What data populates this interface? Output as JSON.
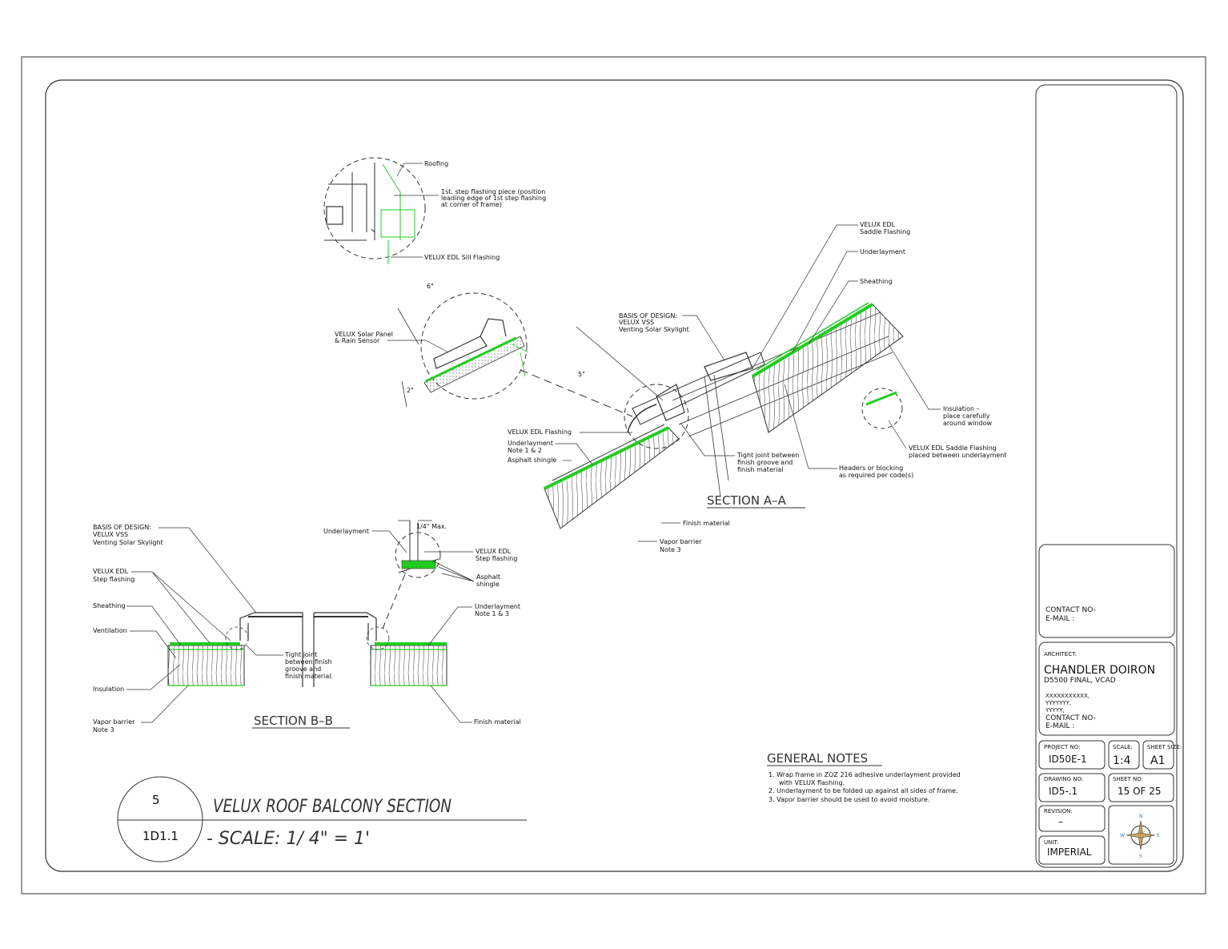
{
  "colors": {
    "accent": "#22cc22",
    "line": "#111111",
    "frame": "#333333"
  },
  "title_block": {
    "contact": [
      "CONTACT NO-",
      "E-MAIL :"
    ],
    "architect_label": "ARCHITECT:",
    "architect_name": "CHANDLER DOIRON",
    "architect_sub": "D5500 FINAL, VCAD",
    "address": [
      "XXXXXXXXXXX,",
      "YYYYYYY,",
      "YYYYY,",
      "CONTACT NO-",
      "E-MAIL :"
    ],
    "project_no_label": "PROJECT NO:",
    "project_no": "ID50E-1",
    "scale_label": "SCALE:",
    "scale": "1:4",
    "sheet_size_label": "SHEET SIZE:",
    "sheet_size": "A1",
    "drawing_no_label": "DRAWING NO:",
    "drawing_no": "ID5-.1",
    "sheet_no_label": "SHEET NO:",
    "sheet_no": "15 OF 25",
    "revision_label": "REVISION:",
    "revision": "–",
    "unit_label": "UNIT:",
    "unit": "IMPERIAL",
    "compass": {
      "n": "N",
      "s": "S",
      "e": "E",
      "w": "W"
    }
  },
  "title": {
    "number": "5",
    "ref": "1D1.1",
    "name": "VELUX ROOF BALCONY SECTION",
    "scale": "- SCALE: 1/ 4\" = 1'"
  },
  "general_notes": {
    "heading": "GENERAL NOTES",
    "items": [
      "1. Wrap frame in ZOZ 216 adhesive underlayment provided",
      "with VELUX flashing.",
      "2. Underlayment to be folded up against all sides of frame.",
      "3. Vapor barrier should be used to avoid moisture."
    ]
  },
  "detail_top": {
    "roofing": "Roofing",
    "step": [
      "1st. step flashing piece (position",
      "leading edge of 1st step flashing",
      "at corner of frame)"
    ],
    "sill": "VELUX EDL Sill Flashing"
  },
  "detail_solar": {
    "dim6": "6\"",
    "dim5": "5\"",
    "dim2": "2\"",
    "panel": [
      "VELUX Solar Panel",
      "& Rain Sensor"
    ]
  },
  "section_a": {
    "title": "SECTION A–A",
    "basis": [
      "BASIS OF DESIGN:",
      "VELUX VSS",
      "Venting Solar Skylight"
    ],
    "saddle": [
      "VELUX EDL",
      "Saddle Flashing"
    ],
    "underlayment": "Underlayment",
    "sheathing": "Sheathing",
    "insulation": [
      "Insulation –",
      "place carefully",
      "around window"
    ],
    "saddle_between": [
      "VELUX EDL Saddle Flashing",
      "placed between underlayment"
    ],
    "headers": [
      "Headers or blocking",
      "as required per code(s)"
    ],
    "tight": [
      "Tight joint between",
      "finish groove and",
      "finish material"
    ],
    "edl_flashing": "VELUX EDL Flashing",
    "underlayment_note": [
      "Underlayment",
      "Note 1 & 2"
    ],
    "asphalt": "Asphalt shingle",
    "finish": "Finish material",
    "vapor": [
      "Vapor barrier",
      "Note 3"
    ]
  },
  "section_b": {
    "title": "SECTION B–B",
    "basis": [
      "BASIS OF DESIGN:",
      "VELUX VSS",
      "Venting Solar Skylight"
    ],
    "step": [
      "VELUX EDL",
      "Step flashing"
    ],
    "sheathing": "Sheathing",
    "ventilation": "Ventilation",
    "insulation": "Insulation",
    "vapor": [
      "Vapor barrier",
      "Note 3"
    ],
    "tight": [
      "Tight joint",
      "between finish",
      "groove and",
      "finish material."
    ],
    "underlayment": "Underlayment",
    "max": "1/4\" Max.",
    "edl_step": [
      "VELUX EDL",
      "Step flashing"
    ],
    "asphalt": [
      "Asphalt",
      "shingle"
    ],
    "underlayment_note": [
      "Underlayment",
      "Note 1 & 3"
    ],
    "finish": "Finish material"
  }
}
